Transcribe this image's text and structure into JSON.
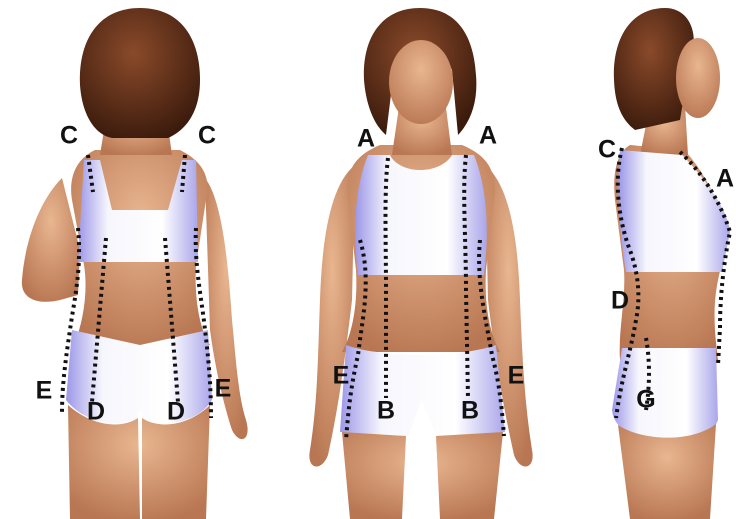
{
  "views": [
    {
      "name": "back",
      "labels": [
        {
          "id": "C"
        },
        {
          "id": "C"
        },
        {
          "id": "D"
        },
        {
          "id": "D"
        },
        {
          "id": "E"
        },
        {
          "id": "E"
        }
      ]
    },
    {
      "name": "front",
      "labels": [
        {
          "id": "A"
        },
        {
          "id": "A"
        },
        {
          "id": "B"
        },
        {
          "id": "B"
        },
        {
          "id": "E"
        },
        {
          "id": "E"
        }
      ]
    },
    {
      "name": "side",
      "labels": [
        {
          "id": "C"
        },
        {
          "id": "A"
        },
        {
          "id": "D"
        },
        {
          "id": "G"
        }
      ]
    }
  ],
  "colors": {
    "hair": "#5a2d1a",
    "skin": "#d99a72",
    "garment": "#ecebfa",
    "garment_shade": "#b9b6ee",
    "label": "#111111"
  }
}
